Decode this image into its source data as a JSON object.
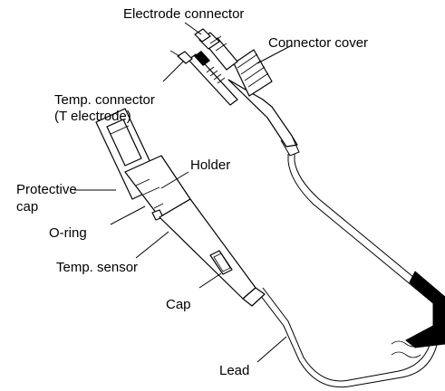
{
  "labels": {
    "electrode_connector": "Electrode connector",
    "connector_cover": "Connector cover",
    "temp_connector_1": "Temp. connector",
    "temp_connector_2": "(T electrode)",
    "holder": "Holder",
    "protective_cap_1": "Protective",
    "protective_cap_2": "cap",
    "o_ring": "O-ring",
    "temp_sensor": "Temp. sensor",
    "cap": "Cap",
    "lead": "Lead"
  }
}
